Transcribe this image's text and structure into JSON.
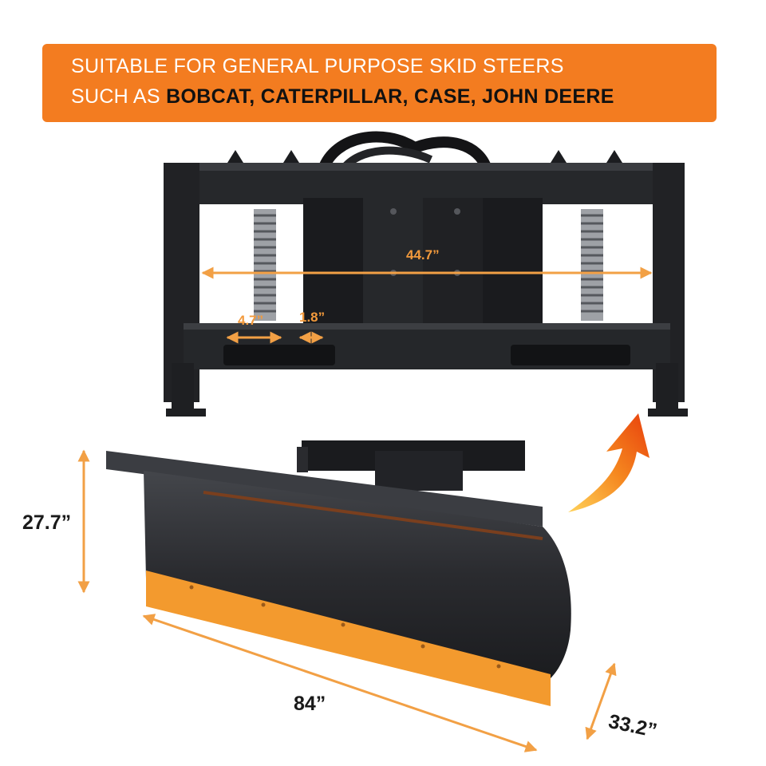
{
  "banner": {
    "line1": "SUITABLE FOR GENERAL PURPOSE SKID STEERS",
    "line2_prefix": "SUCH AS ",
    "line2_brands": "BOBCAT, CATERPILLAR, CASE, JOHN DEERE",
    "background_color": "#f37c20"
  },
  "frame_dimensions": {
    "width": "44.7”",
    "slot_width": "4.7”",
    "slot_gap": "1.8”"
  },
  "blade_dimensions": {
    "height": "27.7”",
    "length": "84”",
    "depth": "33.2”"
  },
  "colors": {
    "steel": "#1e1f22",
    "blade_edge": "#f39a2e",
    "dimension_line": "#f2a045",
    "arrow": "#f07a1a"
  },
  "icons": {
    "arrow": "curved-up-arrow-icon"
  }
}
